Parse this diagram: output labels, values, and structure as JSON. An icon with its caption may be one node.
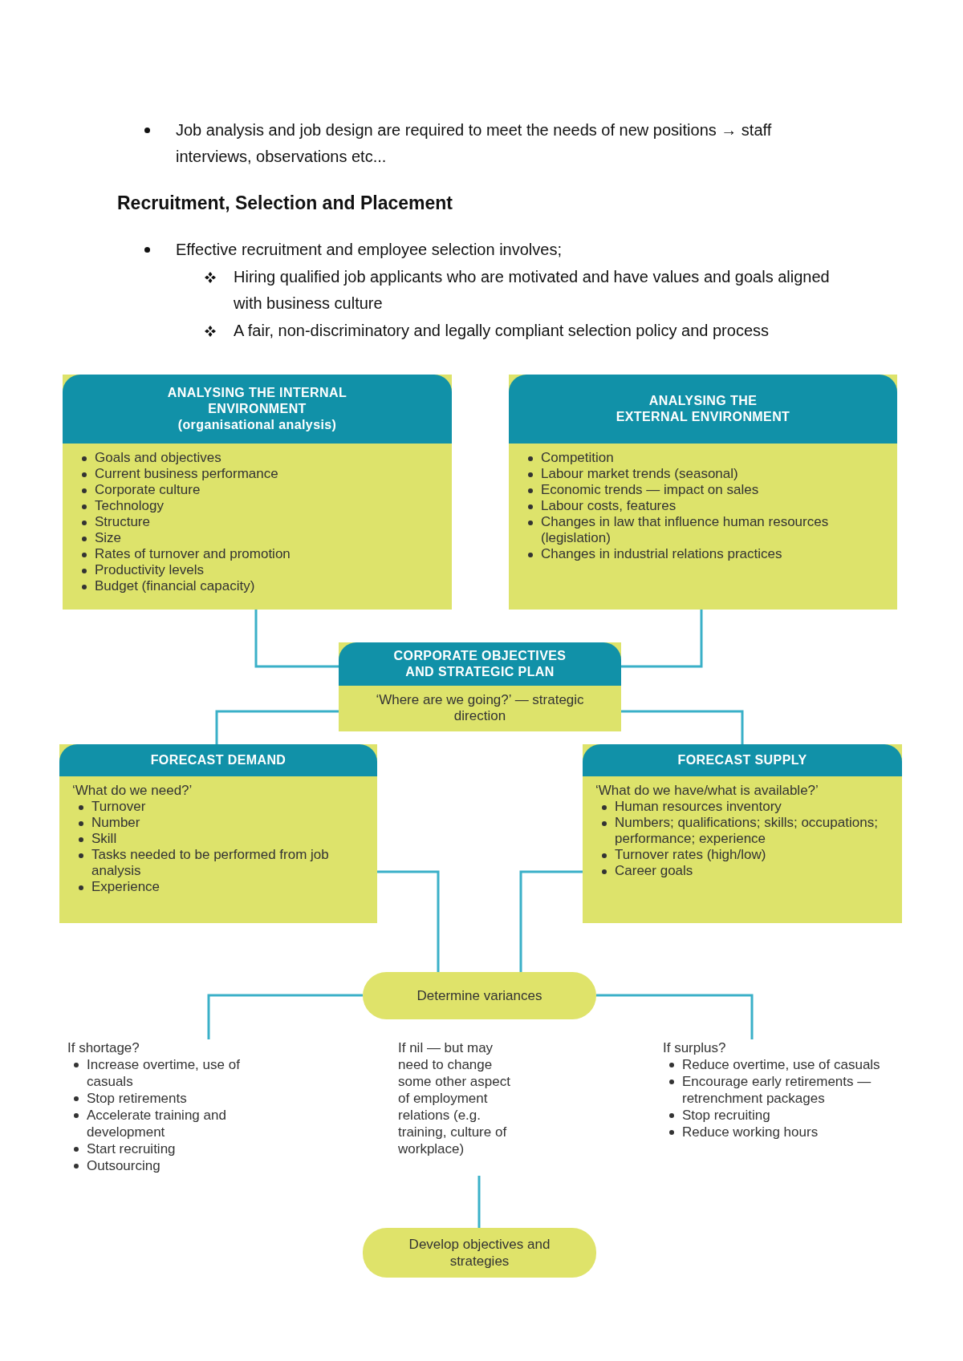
{
  "diagram": {
    "title": "Recruitment, Selection and Placement",
    "nodes": [
      {
        "text": [
          "ANALYSING THE INTERNAL ENVIRONMENT (organisational analysis)",
          "Goals and objectives",
          "Current business performance",
          "Corporate culture",
          "Technology",
          "Structure",
          "Size",
          "Rates of turnover and promotion",
          "Productivity levels",
          "Budget (financial capacity)"
        ]
      },
      {
        "text": [
          "ANALYSING THE EXTERNAL ENVIRONMENT",
          "Competition",
          "Labour market trends (seasonal)",
          "Economic trends — impact on sales",
          "Labour costs, features",
          "Changes in law that influence human resources (legislation)",
          "Changes in industrial relations practices"
        ]
      },
      {
        "text": [
          "CORPORATE OBJECTIVES AND STRATEGIC PLAN",
          "‘Where are we going?’ — strategic direction"
        ]
      },
      {
        "text": [
          "FORECAST DEMAND",
          "‘What do we need?’",
          "Turnover",
          "Number",
          "Skill",
          "Tasks needed to be performed from job analysis",
          "Experience"
        ]
      },
      {
        "text": [
          "FORECAST SUPPLY",
          "‘What do we have/what is available?’",
          "Human resources inventory",
          "Numbers; qualifications; skills; occupations; performance; experience",
          "Turnover rates (high/low)",
          "Career goals"
        ]
      },
      {
        "text": [
          "Determine variances"
        ]
      },
      {
        "text": [
          "If shortage?",
          "Increase overtime, use of casuals",
          "Stop retirements",
          "Accelerate training and development",
          "Start recruiting",
          "Outsourcing"
        ]
      },
      {
        "text": [
          "If nil — but may need to change some other aspect of employment relations (e.g. training, culture of workplace)"
        ]
      },
      {
        "text": [
          "If surplus?",
          "Reduce overtime, use of casuals",
          "Encourage early retirements — retrenchment packages",
          "Stop recruiting",
          "Reduce working hours"
        ]
      },
      {
        "text": [
          "Develop objectives and strategies"
        ]
      }
    ],
    "edges": [
      {
        "from": 0,
        "to": 2,
        "arrow": "none"
      },
      {
        "from": 1,
        "to": 2,
        "arrow": "none"
      },
      {
        "from": 2,
        "to": 3,
        "arrow": "none"
      },
      {
        "from": 2,
        "to": 4,
        "arrow": "none"
      },
      {
        "from": 3,
        "to": 5,
        "arrow": "none"
      },
      {
        "from": 4,
        "to": 5,
        "arrow": "none"
      },
      {
        "from": 5,
        "to": 6,
        "arrow": "none"
      },
      {
        "from": 5,
        "to": 8,
        "arrow": "none"
      },
      {
        "from": 7,
        "to": 9,
        "arrow": "none"
      }
    ],
    "labels": [
      "Job analysis and job design are required to meet the needs of new positions → staff interviews, observations etc...",
      "Effective recruitment and employee selection involves;",
      "Hiring qualified job applicants who are motivated and have values and goals aligned with business culture",
      "A fair, non-discriminatory and legally compliant selection policy and process"
    ]
  }
}
